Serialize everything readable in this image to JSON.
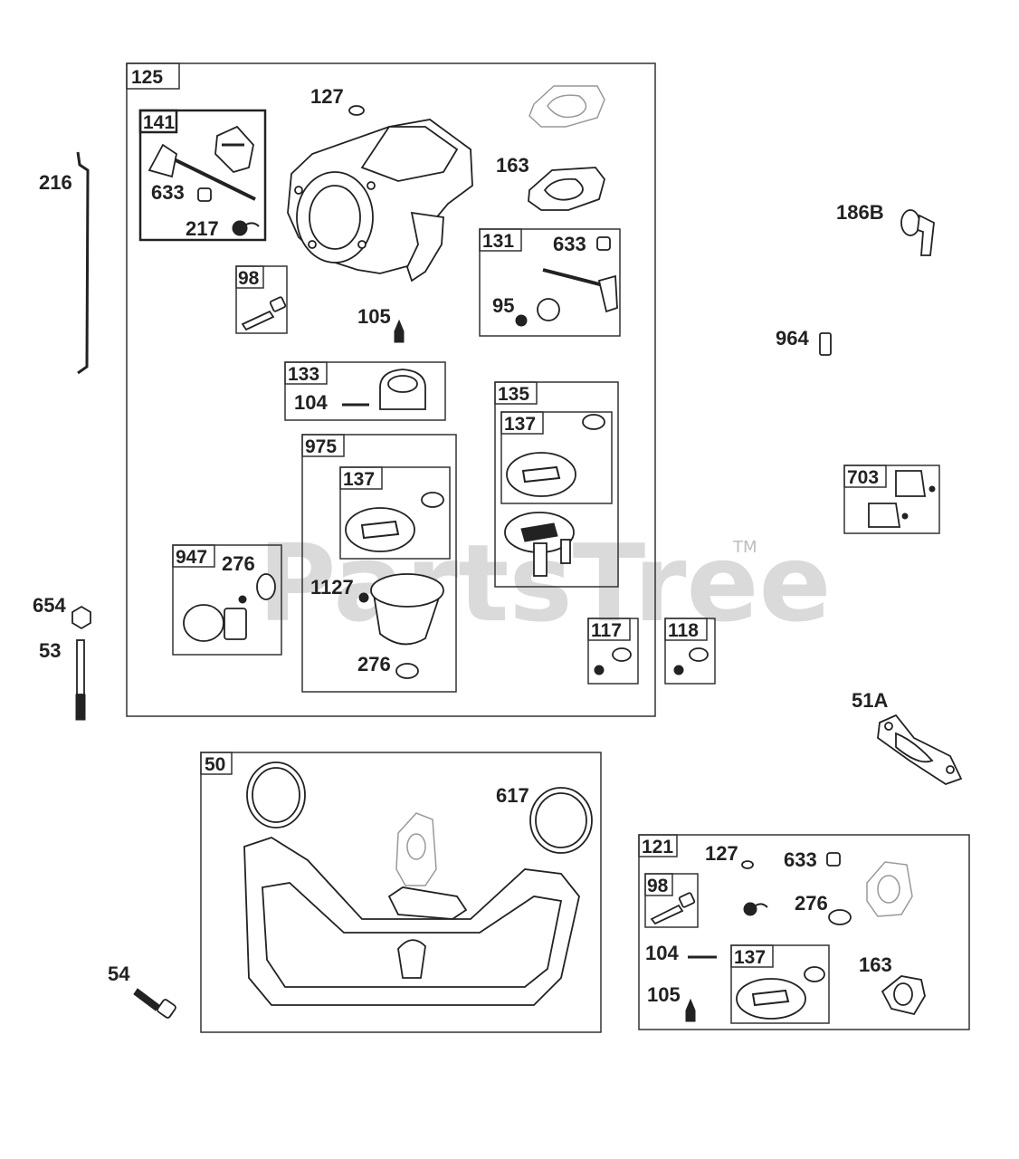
{
  "watermark": {
    "text": "PartsTree",
    "trademark": "TM"
  },
  "groups": {
    "g125": "125",
    "g141": "141",
    "g98a": "98",
    "g131": "131",
    "g133": "133",
    "g135": "135",
    "g137a": "137",
    "g975": "975",
    "g137b": "137",
    "g947": "947",
    "g117": "117",
    "g118": "118",
    "g703": "703",
    "g50": "50",
    "g121": "121",
    "g98b": "98",
    "g137c": "137"
  },
  "parts": {
    "p127a": "127",
    "p163a": "163",
    "p633a": "633",
    "p217": "217",
    "p216": "216",
    "p633b": "633",
    "p95": "95",
    "p105a": "105",
    "p104a": "104",
    "p186b": "186B",
    "p964": "964",
    "p276a": "276",
    "p1127": "1127",
    "p276b": "276",
    "p654": "654",
    "p53": "53",
    "p51a": "51A",
    "p617": "617",
    "p54": "54",
    "p127b": "127",
    "p633c": "633",
    "p276c": "276",
    "p104b": "104",
    "p163b": "163",
    "p105b": "105"
  }
}
